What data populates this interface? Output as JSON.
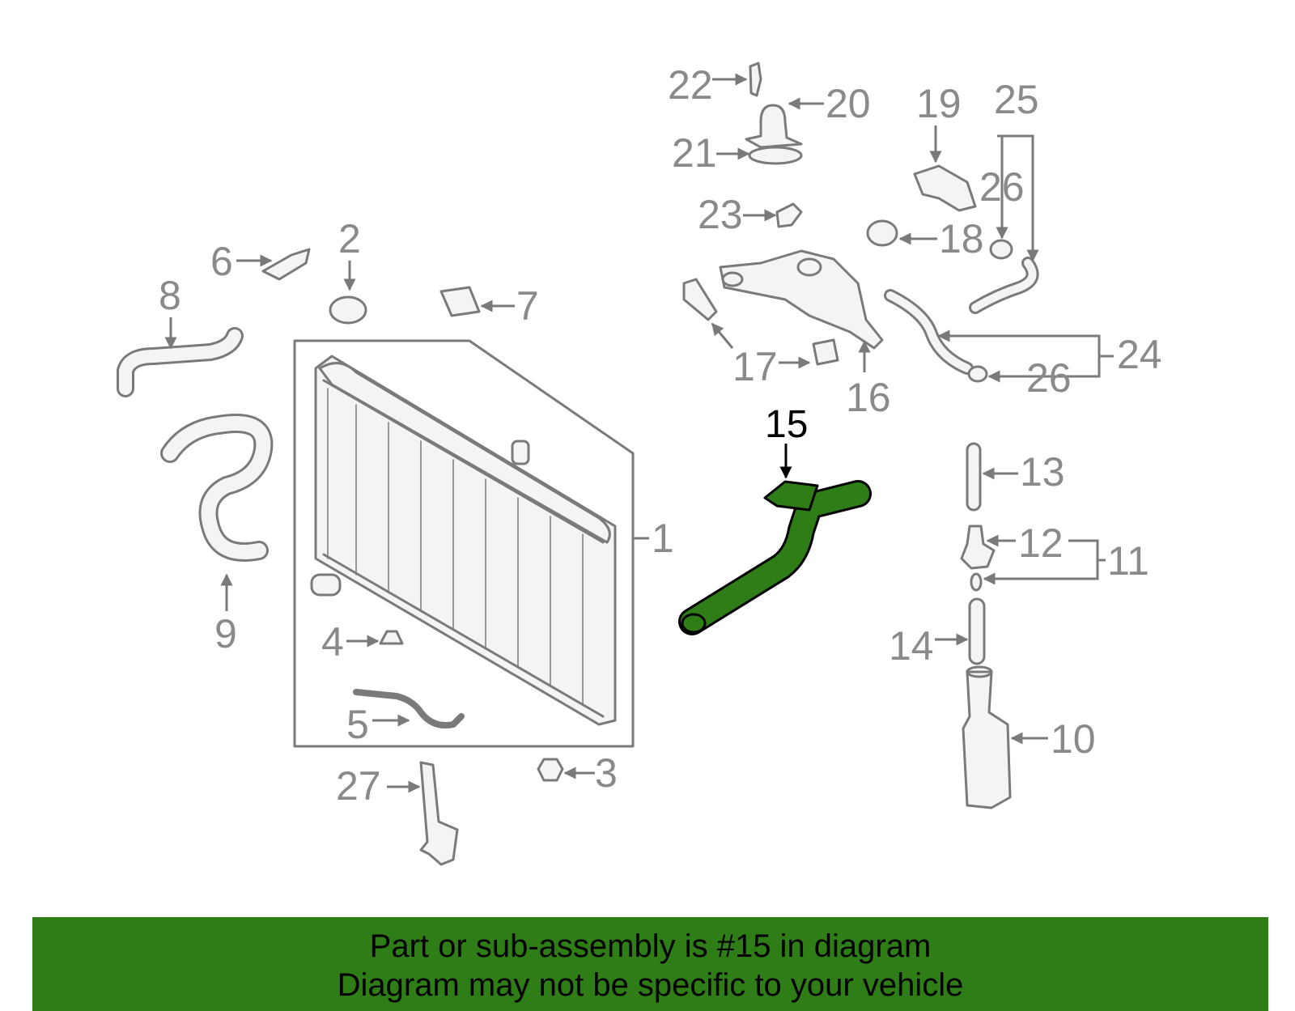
{
  "diagram": {
    "highlighted_part": "15",
    "highlight_color": "#2e7d17",
    "part_color": "#7a7a7a",
    "label_color": "#8a8a8a",
    "callouts": {
      "c1": "1",
      "c2": "2",
      "c3": "3",
      "c4": "4",
      "c5": "5",
      "c6": "6",
      "c7": "7",
      "c8": "8",
      "c9": "9",
      "c10": "10",
      "c11": "11",
      "c12": "12",
      "c13": "13",
      "c14": "14",
      "c15": "15",
      "c16": "16",
      "c17": "17",
      "c18": "18",
      "c19": "19",
      "c20": "20",
      "c21": "21",
      "c22": "22",
      "c23": "23",
      "c24": "24",
      "c25": "25",
      "c26a": "26",
      "c26b": "26",
      "c27": "27"
    }
  },
  "banner": {
    "line1": "Part or sub-assembly is #15 in diagram",
    "line2": "Diagram may not be specific to your vehicle",
    "background": "#2e7d17"
  }
}
